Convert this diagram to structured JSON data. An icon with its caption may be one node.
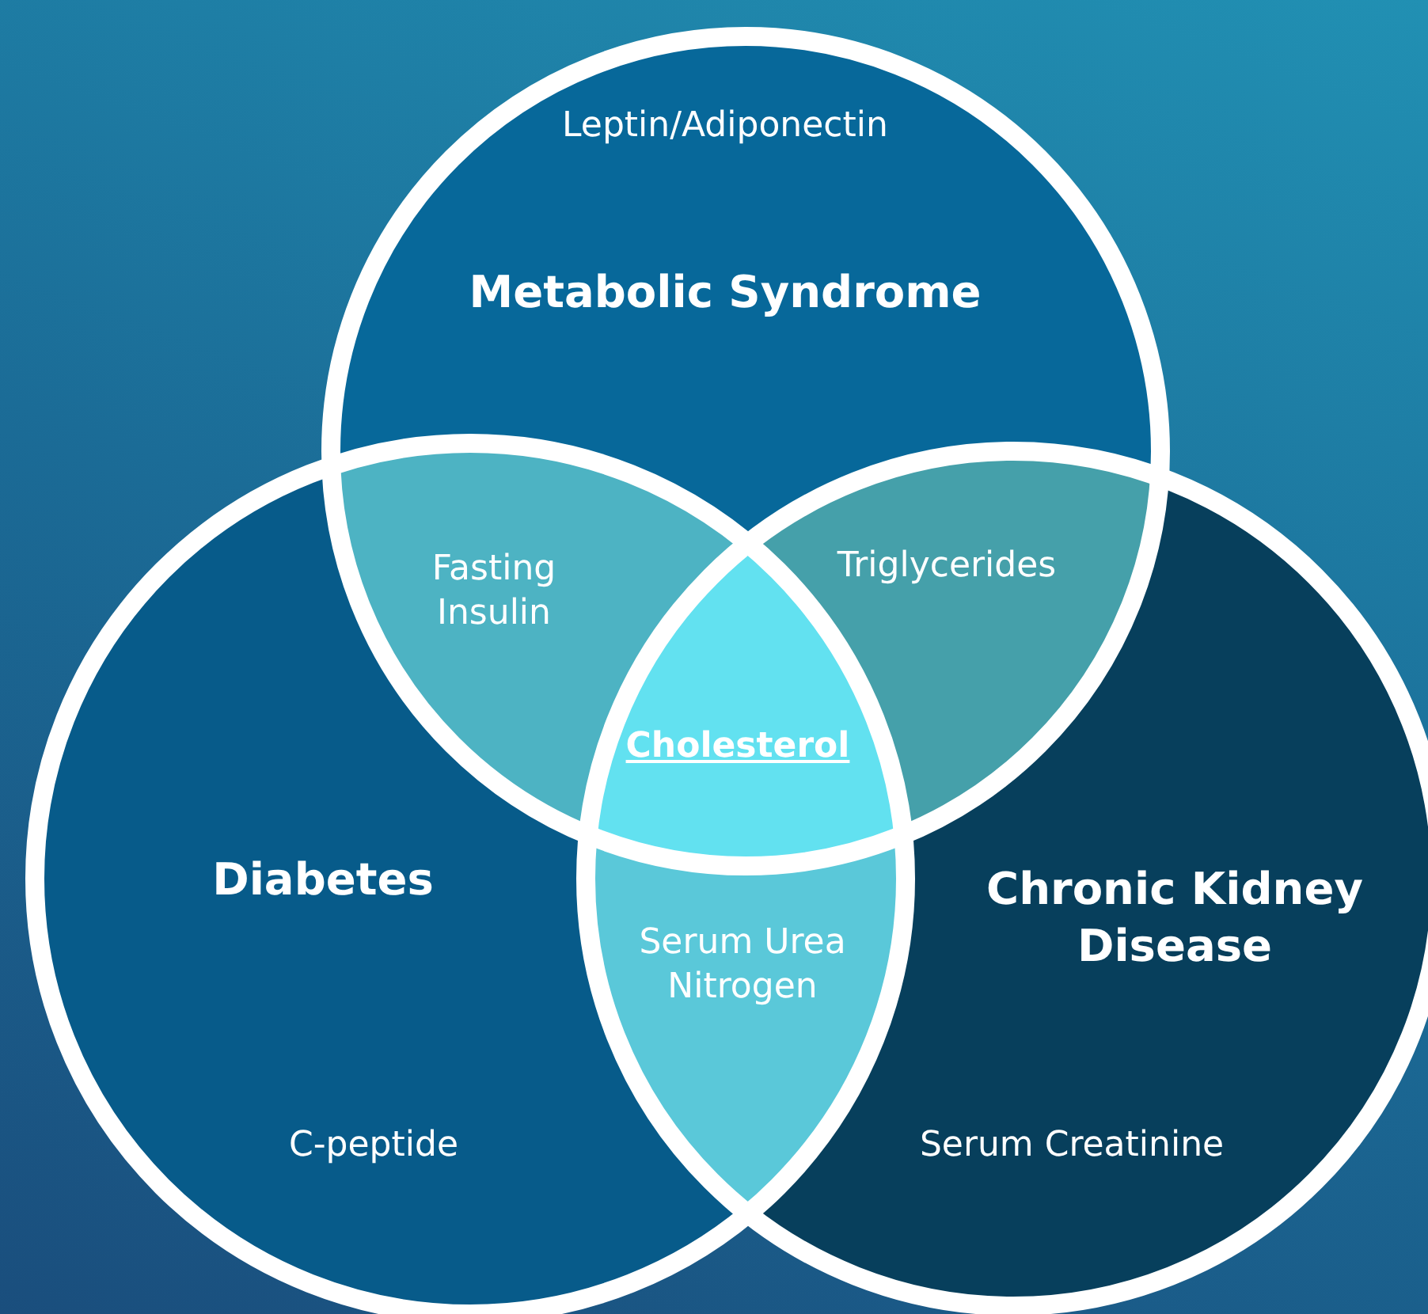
{
  "diagram": {
    "nodes": [
      {
        "text": [
          "Leptin/Adiponectin",
          "Metabolic Syndrome"
        ]
      },
      {
        "text": [
          "Diabetes",
          "C-peptide"
        ]
      },
      {
        "text": [
          "Chronic Kidney Disease",
          "Serum Creatinine"
        ]
      },
      {
        "text": [
          "Fasting Insulin"
        ]
      },
      {
        "text": [
          "Triglycerides"
        ]
      },
      {
        "text": [
          "Serum Urea Nitrogen"
        ]
      },
      {
        "text": [
          "Cholesterol"
        ]
      }
    ],
    "edges": []
  }
}
